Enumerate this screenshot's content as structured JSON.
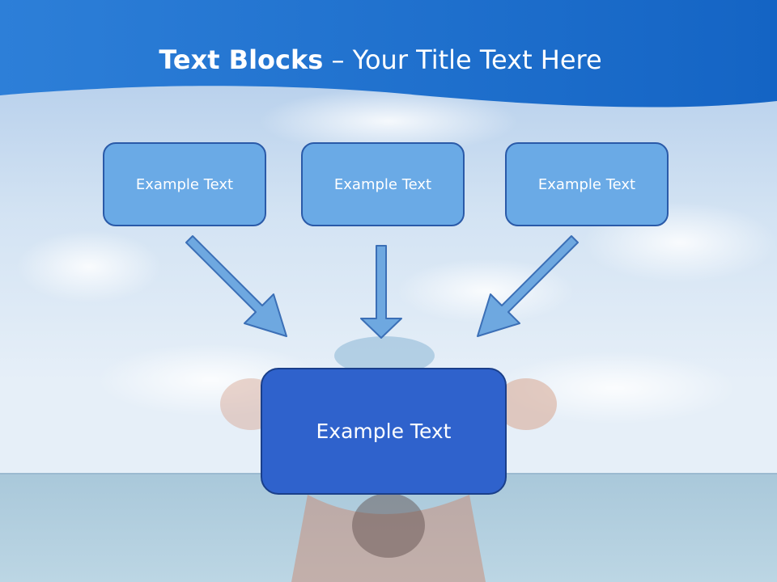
{
  "title": {
    "bold": "Text Blocks",
    "dash": "–",
    "rest": "Your Title Text Here"
  },
  "boxes": [
    "Example Text",
    "Example Text",
    "Example Text"
  ],
  "center_box": "Example Text",
  "colors": {
    "header_blue": "#1f73d2",
    "box_fill": "#6aaae6",
    "box_border": "#2a5aa8",
    "center_fill": "#2f62cc",
    "arrow_fill": "#6ea8e0",
    "arrow_stroke": "#3b6fb6"
  }
}
